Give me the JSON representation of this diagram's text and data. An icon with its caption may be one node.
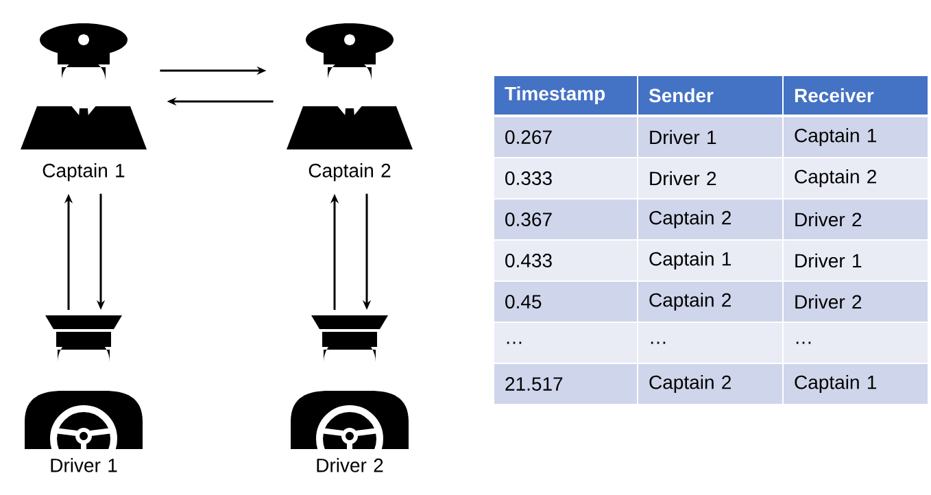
{
  "diagram": {
    "nodes": [
      {
        "text": [
          "Captain 1"
        ]
      },
      {
        "text": [
          "Captain 2"
        ]
      },
      {
        "text": [
          "Driver 1"
        ]
      },
      {
        "text": [
          "Driver 2"
        ]
      }
    ],
    "edges": [
      {
        "from": 0,
        "to": 1,
        "arrow": "to"
      },
      {
        "from": 1,
        "to": 0,
        "arrow": "to"
      },
      {
        "from": 2,
        "to": 0,
        "arrow": "to"
      },
      {
        "from": 0,
        "to": 2,
        "arrow": "to"
      },
      {
        "from": 3,
        "to": 1,
        "arrow": "to"
      },
      {
        "from": 1,
        "to": 3,
        "arrow": "to"
      }
    ],
    "labels": [
      "Timestamp",
      "Sender",
      "Receiver",
      "0.267",
      "Driver 1",
      "Captain 1",
      "0.333",
      "Driver 2",
      "Captain 2",
      "0.367",
      "Captain 2",
      "Driver 2",
      "0.433",
      "Captain 1",
      "Driver 1",
      "0.45",
      "Captain 2",
      "Driver 2",
      "…",
      "…",
      "…",
      "21.517",
      "Captain 2",
      "Captain 1"
    ]
  }
}
